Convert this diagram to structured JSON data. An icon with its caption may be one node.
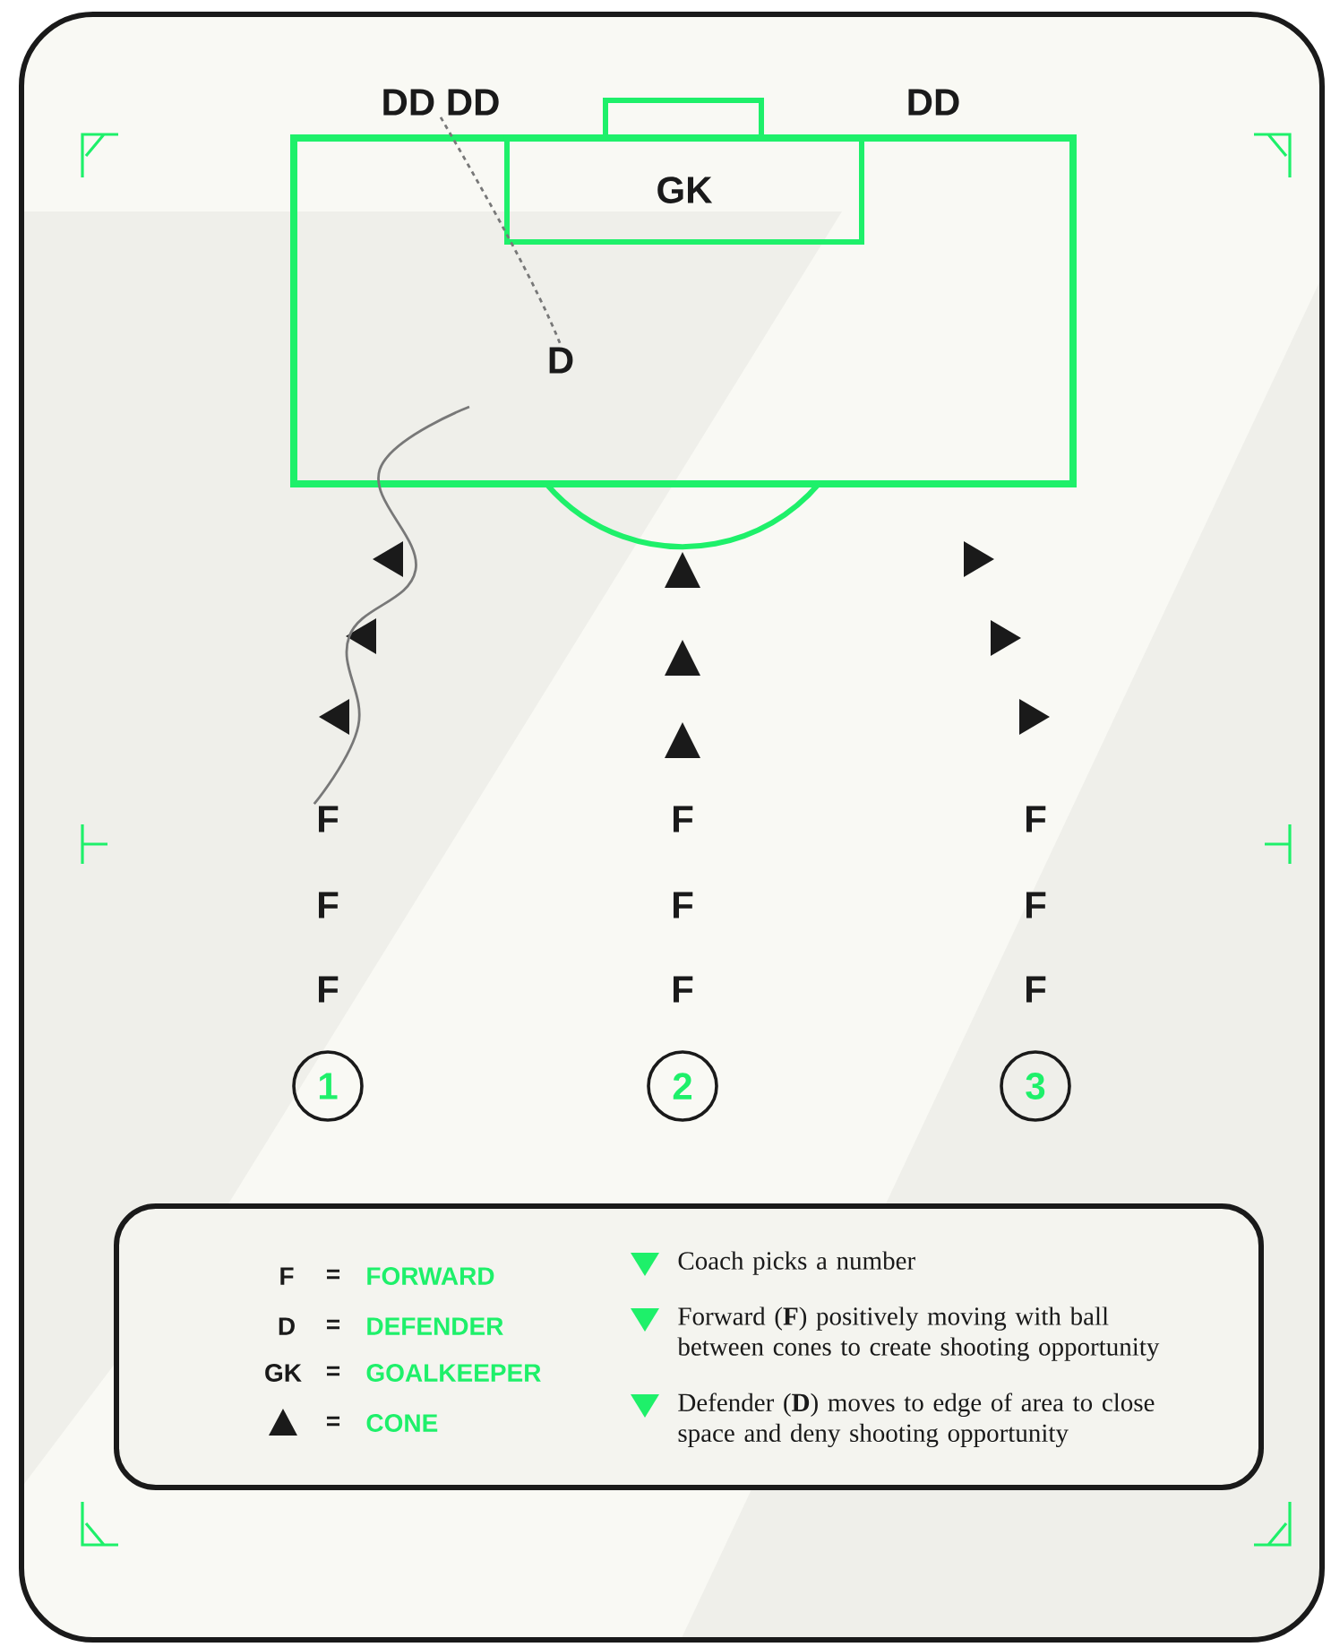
{
  "diagram": {
    "nodes": [
      {
        "text": [],
        "shape": "box"
      },
      {
        "text": [
          "GK"
        ],
        "in": 0
      },
      {
        "text": [
          "DD DD"
        ]
      },
      {
        "text": [
          "D"
        ],
        "in": 0
      },
      {
        "text": [
          "F"
        ]
      },
      {
        "text": [
          "1"
        ]
      },
      {
        "text": [
          "2"
        ]
      },
      {
        "text": [
          "3"
        ]
      }
    ],
    "edges": [
      {
        "from": 2,
        "to": 3,
        "arrow": "none",
        "style": "dashed"
      },
      {
        "from": 4,
        "to": null,
        "arrow": "none"
      }
    ],
    "labels": [
      "DD",
      "F",
      "F",
      "F",
      "F",
      "F",
      "F",
      "F",
      "F",
      "F",
      "=",
      "FORWARD",
      "D",
      "=",
      "DEFENDER",
      "GK",
      "=",
      "GOALKEEPER",
      "=",
      "CONE",
      "Coach picks a number",
      "Forward (**F**) positively moving with ball between cones to create shooting opportunity",
      "Defender (**D**) moves to edge of area to close space and deny shooting opportunity"
    ]
  }
}
